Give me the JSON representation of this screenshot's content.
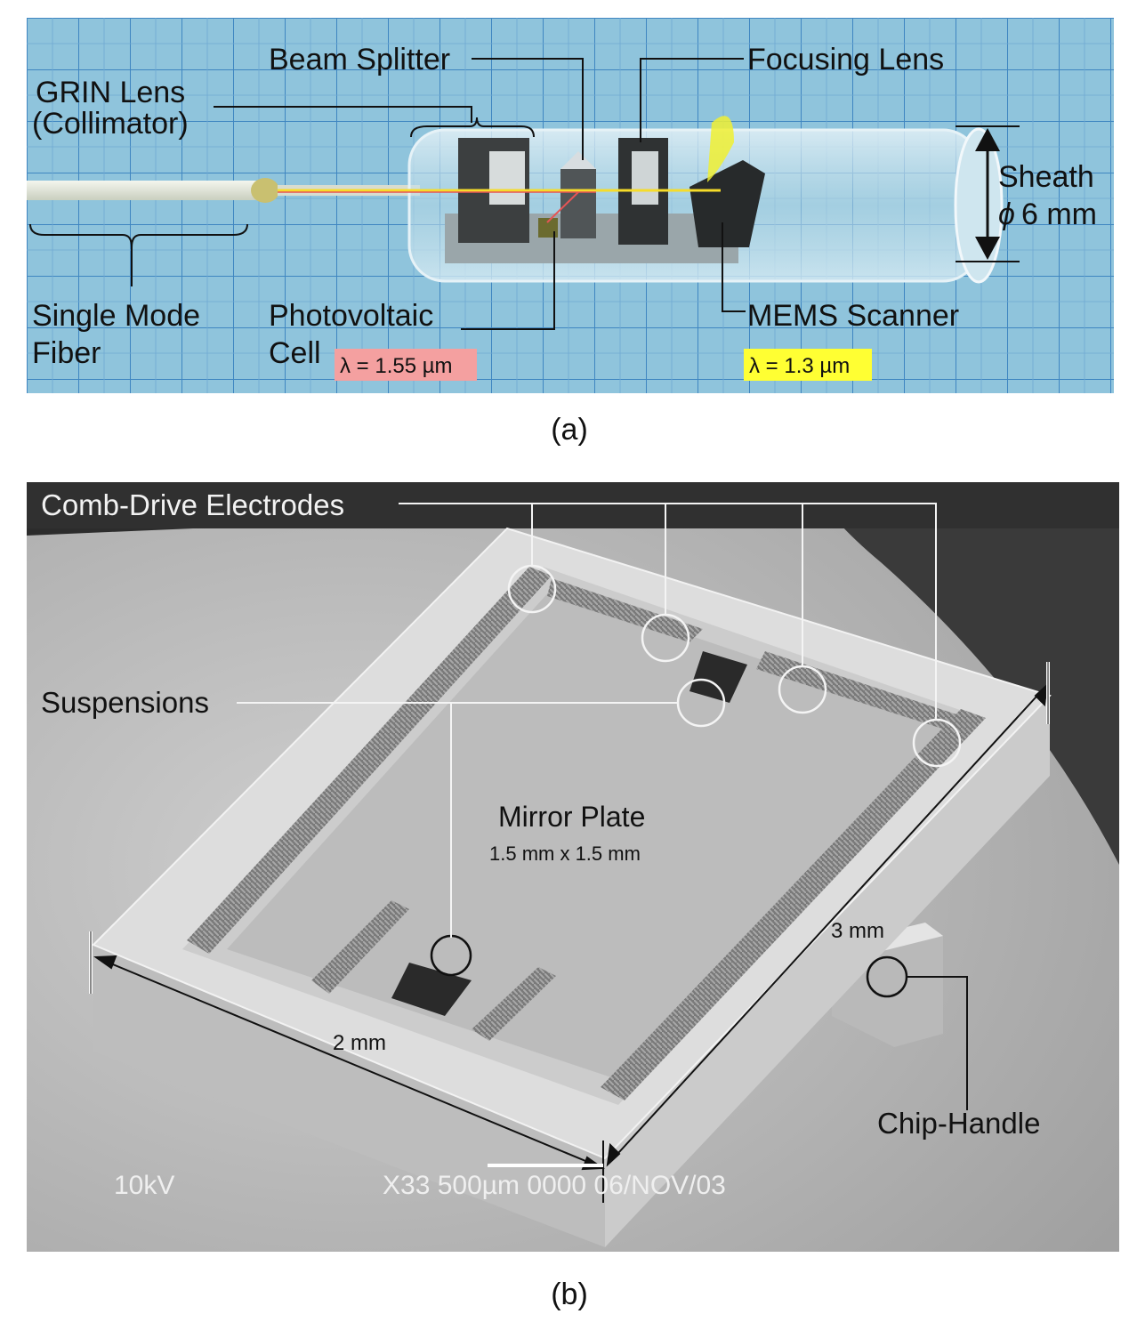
{
  "panel_a": {
    "caption": "(a)",
    "labels": {
      "beam_splitter": "Beam Splitter",
      "focusing_lens": "Focusing Lens",
      "grin_lens_1": "GRIN Lens",
      "grin_lens_2": "(Collimator)",
      "sheath_1": "Sheath",
      "sheath_2": "6 mm",
      "phi": "ϕ",
      "single_mode_1": "Single Mode",
      "single_mode_2": "Fiber",
      "photovoltaic_1": "Photovoltaic",
      "photovoltaic_2": "Cell",
      "mems_scanner": "MEMS Scanner",
      "wavelength_red": "λ = 1.55 µm",
      "wavelength_yellow": "λ = 1.3 µm"
    },
    "colors": {
      "background": "#8fc4dc",
      "grid": "#3f86c1",
      "red_tag": "#f4a0a0",
      "yellow_tag": "#ffff33"
    }
  },
  "panel_b": {
    "caption": "(b)",
    "labels": {
      "comb_drive": "Comb-Drive  Electrodes",
      "suspensions": "Suspensions",
      "mirror_plate": "Mirror Plate",
      "mirror_size": "1.5 mm x 1.5 mm",
      "dim_3mm": "3 mm",
      "dim_2mm": "2 mm",
      "chip_handle": "Chip-Handle",
      "sem_kv": "10kV",
      "sem_info": "X33  500µm  0000  06/NOV/03"
    }
  }
}
